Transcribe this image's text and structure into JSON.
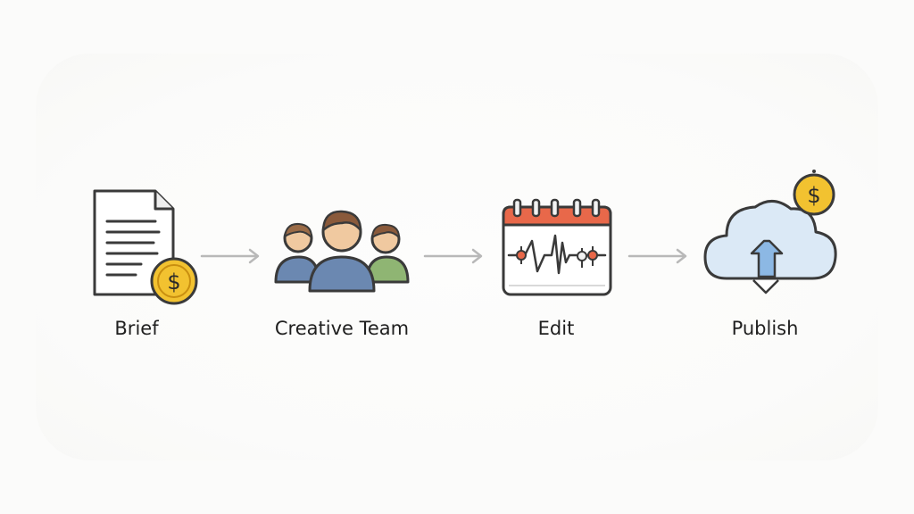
{
  "diagram": {
    "steps": [
      {
        "id": "brief",
        "label": "Brief",
        "icon": "document-with-coin-icon"
      },
      {
        "id": "creative-team",
        "label": "Creative Team",
        "icon": "team-people-icon"
      },
      {
        "id": "edit",
        "label": "Edit",
        "icon": "calendar-waveform-icon"
      },
      {
        "id": "publish",
        "label": "Publish",
        "icon": "cloud-upload-coin-icon"
      }
    ],
    "coin_symbol": "$",
    "colors": {
      "stroke": "#3a3a3a",
      "coin_fill": "#f2c230",
      "coin_ring": "#e0a91a",
      "person_shirt_blue": "#6b88b1",
      "person_shirt_green": "#8fb573",
      "skin": "#f0c9a0",
      "hair_brown": "#8a5a3b",
      "calendar_header": "#e8684a",
      "cloud_fill": "#dbe9f6",
      "arrow_blue": "#8cb8e4",
      "connector": "#b8b8b8"
    }
  }
}
